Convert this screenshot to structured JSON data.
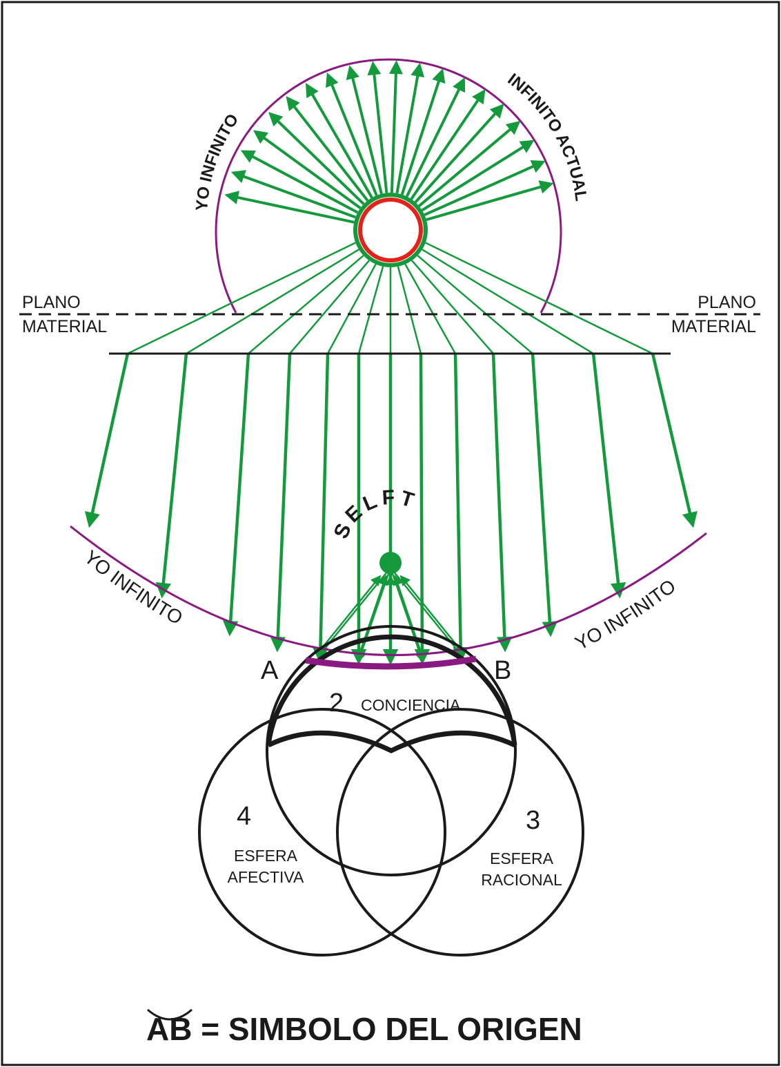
{
  "labels": {
    "plano_left": "PLANO",
    "material_left": "MATERIAL",
    "plano_right": "PLANO",
    "material_right": "MATERIAL",
    "yo_infinito_arc": "YO INFINITO",
    "infinito_actual_arc": "INFINITO ACTUAL",
    "yo_infinito_left": "YO INFINITO",
    "yo_infinito_right": "YO INFINITO",
    "selft": "SELFT",
    "point_a": "A",
    "point_b": "B"
  },
  "circles": {
    "conciencia": {
      "number": "2",
      "name": "CONCIENCIA"
    },
    "afectiva": {
      "number": "4",
      "line1": "ESFERA",
      "line2": "AFECTIVA"
    },
    "racional": {
      "number": "3",
      "line1": "ESFERA",
      "line2": "RACIONAL"
    }
  },
  "title": {
    "arc_letters": "AB",
    "text": " = SIMBOLO DEL ORIGEN"
  },
  "colors": {
    "green": "#149a3c",
    "purple": "#8a1a82",
    "red": "#e2231a",
    "black": "#1a1a1a"
  }
}
